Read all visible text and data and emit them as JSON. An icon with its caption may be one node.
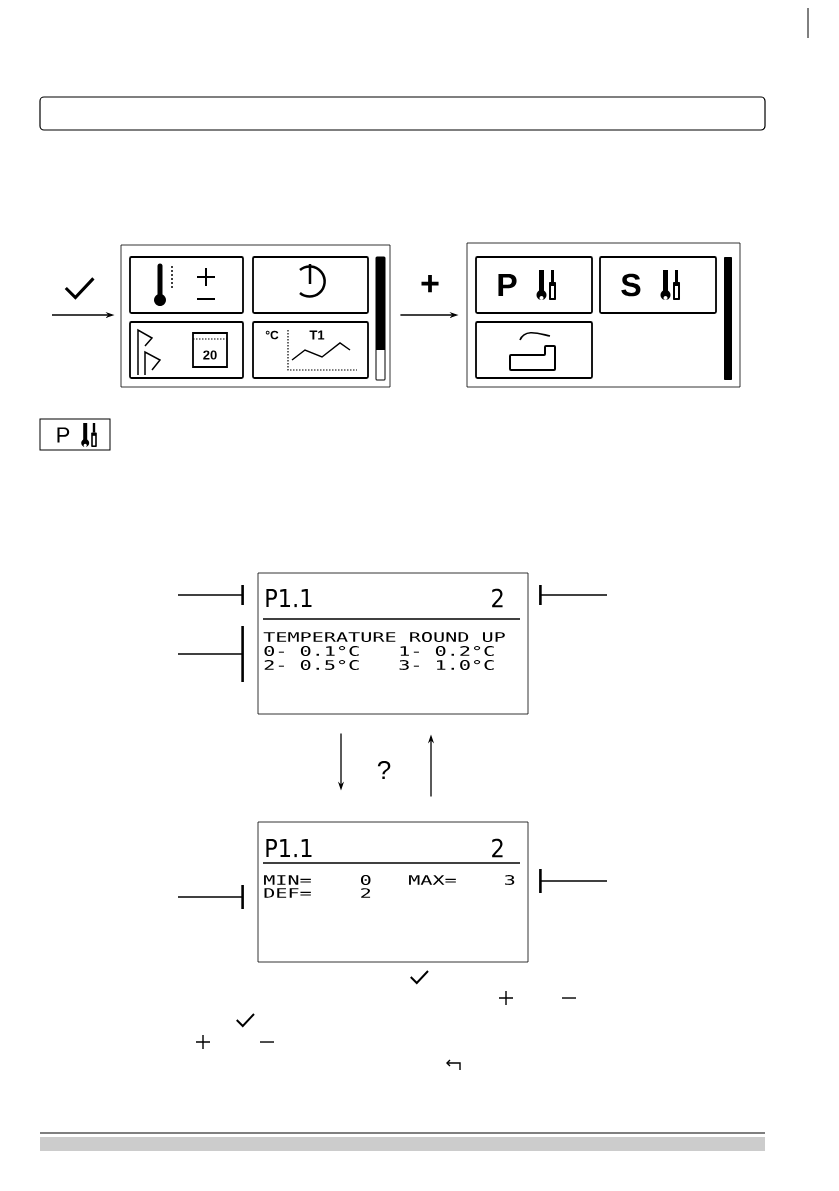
{
  "diagram": {
    "nodes": [
      {
        "text": [],
        "shape": "box"
      },
      {
        "text": [],
        "shape": "box"
      },
      {
        "text": [
          "P1.1",
          "2",
          "TEMPERATURE ROUND UP",
          "0- 0.1°C",
          "1- 0.2°C",
          "2- 0.5°C",
          "3- 1.0°C"
        ]
      },
      {
        "text": [
          "P1.1",
          "2",
          "MIN=",
          "0",
          "MAX=",
          "3",
          "DEF=",
          "2"
        ]
      }
    ],
    "edges": [
      {
        "from": null,
        "to": 0,
        "arrow": "to"
      },
      {
        "from": 0,
        "to": 1,
        "arrow": "to",
        "label": "+"
      },
      {
        "from": 2,
        "to": 3,
        "arrow": "to",
        "label": "?"
      },
      {
        "from": 3,
        "to": 2,
        "arrow": "to"
      },
      {
        "from": null,
        "to": 2,
        "arrow": "none"
      },
      {
        "from": null,
        "to": 2,
        "arrow": "none"
      },
      {
        "from": null,
        "to": 2,
        "arrow": "none"
      },
      {
        "from": null,
        "to": 3,
        "arrow": "none"
      },
      {
        "from": null,
        "to": 3,
        "arrow": "none"
      }
    ],
    "labels": [
      "20",
      "°C",
      "T1",
      "P",
      "S",
      "P"
    ]
  }
}
